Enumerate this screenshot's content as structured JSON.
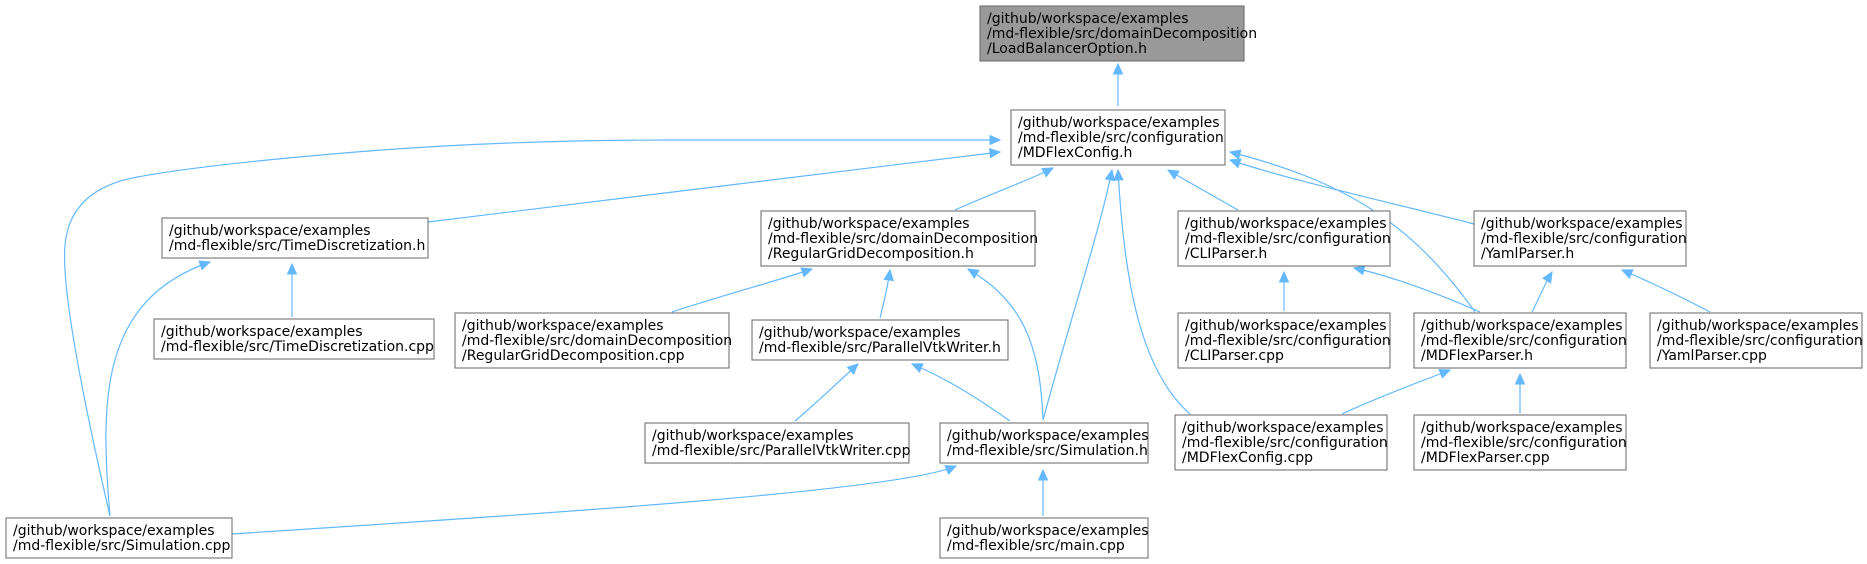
{
  "colors": {
    "edge": "#63b8ff",
    "root_fill": "#999999",
    "node_fill": "#ffffff",
    "node_border": "#666666",
    "text": "#000000"
  },
  "nodes": [
    {
      "id": "loadbalanceroption_h",
      "lines": [
        "/github/workspace/examples",
        "/md-flexible/src/domainDecomposition",
        "/LoadBalancerOption.h"
      ],
      "root": true
    },
    {
      "id": "mdflexconfig_h",
      "lines": [
        "/github/workspace/examples",
        "/md-flexible/src/configuration",
        "/MDFlexConfig.h"
      ]
    },
    {
      "id": "timediscretization_h",
      "lines": [
        "/github/workspace/examples",
        "/md-flexible/src/TimeDiscretization.h"
      ]
    },
    {
      "id": "regulargriddecomposition_h",
      "lines": [
        "/github/workspace/examples",
        "/md-flexible/src/domainDecomposition",
        "/RegularGridDecomposition.h"
      ]
    },
    {
      "id": "cliparser_h",
      "lines": [
        "/github/workspace/examples",
        "/md-flexible/src/configuration",
        "/CLIParser.h"
      ]
    },
    {
      "id": "yamlparser_h",
      "lines": [
        "/github/workspace/examples",
        "/md-flexible/src/configuration",
        "/YamlParser.h"
      ]
    },
    {
      "id": "timediscretization_cpp",
      "lines": [
        "/github/workspace/examples",
        "/md-flexible/src/TimeDiscretization.cpp"
      ]
    },
    {
      "id": "regulargriddecomposition_cpp",
      "lines": [
        "/github/workspace/examples",
        "/md-flexible/src/domainDecomposition",
        "/RegularGridDecomposition.cpp"
      ]
    },
    {
      "id": "parallelvtkwriter_h",
      "lines": [
        "/github/workspace/examples",
        "/md-flexible/src/ParallelVtkWriter.h"
      ]
    },
    {
      "id": "cliparser_cpp",
      "lines": [
        "/github/workspace/examples",
        "/md-flexible/src/configuration",
        "/CLIParser.cpp"
      ]
    },
    {
      "id": "mdflexparser_h",
      "lines": [
        "/github/workspace/examples",
        "/md-flexible/src/configuration",
        "/MDFlexParser.h"
      ]
    },
    {
      "id": "yamlparser_cpp",
      "lines": [
        "/github/workspace/examples",
        "/md-flexible/src/configuration",
        "/YamlParser.cpp"
      ]
    },
    {
      "id": "parallelvtkwriter_cpp",
      "lines": [
        "/github/workspace/examples",
        "/md-flexible/src/ParallelVtkWriter.cpp"
      ]
    },
    {
      "id": "simulation_h",
      "lines": [
        "/github/workspace/examples",
        "/md-flexible/src/Simulation.h"
      ]
    },
    {
      "id": "mdflexconfig_cpp",
      "lines": [
        "/github/workspace/examples",
        "/md-flexible/src/configuration",
        "/MDFlexConfig.cpp"
      ]
    },
    {
      "id": "mdflexparser_cpp",
      "lines": [
        "/github/workspace/examples",
        "/md-flexible/src/configuration",
        "/MDFlexParser.cpp"
      ]
    },
    {
      "id": "simulation_cpp",
      "lines": [
        "/github/workspace/examples",
        "/md-flexible/src/Simulation.cpp"
      ]
    },
    {
      "id": "main_cpp",
      "lines": [
        "/github/workspace/examples",
        "/md-flexible/src/main.cpp"
      ]
    }
  ],
  "edges": [
    {
      "from": "mdflexconfig_h",
      "to": "loadbalanceroption_h"
    },
    {
      "from": "timediscretization_h",
      "to": "mdflexconfig_h"
    },
    {
      "from": "simulation_cpp",
      "to": "mdflexconfig_h"
    },
    {
      "from": "regulargriddecomposition_h",
      "to": "mdflexconfig_h"
    },
    {
      "from": "simulation_h",
      "to": "mdflexconfig_h"
    },
    {
      "from": "mdflexconfig_cpp",
      "to": "mdflexconfig_h"
    },
    {
      "from": "cliparser_h",
      "to": "mdflexconfig_h"
    },
    {
      "from": "mdflexparser_h",
      "to": "mdflexconfig_h"
    },
    {
      "from": "yamlparser_h",
      "to": "mdflexconfig_h"
    },
    {
      "from": "timediscretization_cpp",
      "to": "timediscretization_h"
    },
    {
      "from": "simulation_cpp",
      "to": "timediscretization_h"
    },
    {
      "from": "regulargriddecomposition_cpp",
      "to": "regulargriddecomposition_h"
    },
    {
      "from": "parallelvtkwriter_h",
      "to": "regulargriddecomposition_h"
    },
    {
      "from": "simulation_h",
      "to": "regulargriddecomposition_h"
    },
    {
      "from": "parallelvtkwriter_cpp",
      "to": "parallelvtkwriter_h"
    },
    {
      "from": "simulation_h",
      "to": "parallelvtkwriter_h"
    },
    {
      "from": "simulation_cpp",
      "to": "simulation_h"
    },
    {
      "from": "main_cpp",
      "to": "simulation_h"
    },
    {
      "from": "cliparser_cpp",
      "to": "cliparser_h"
    },
    {
      "from": "mdflexparser_h",
      "to": "cliparser_h"
    },
    {
      "from": "mdflexparser_h",
      "to": "yamlparser_h"
    },
    {
      "from": "yamlparser_cpp",
      "to": "yamlparser_h"
    },
    {
      "from": "mdflexconfig_cpp",
      "to": "mdflexparser_h"
    },
    {
      "from": "mdflexparser_cpp",
      "to": "mdflexparser_h"
    }
  ]
}
